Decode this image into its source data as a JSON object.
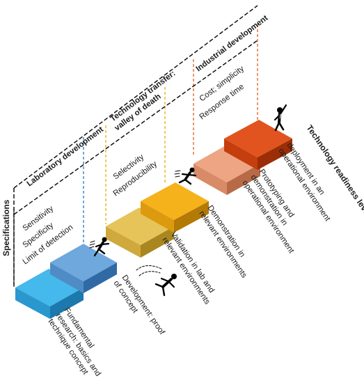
{
  "phases": {
    "laboratory": "Laboratory development",
    "transfer_1": "Technology transfer:",
    "transfer_2": "valley of death",
    "industrial": "Industrial development"
  },
  "specifications_label": "Specifications",
  "trl_label": "Technology readiness level",
  "specs": {
    "lab": [
      "Sensitivity",
      "Specificity",
      "Limit of detection"
    ],
    "transfer": [
      "Selectivity",
      "Reproducibility"
    ],
    "industrial": [
      "Cost; simplicity",
      "Response time"
    ]
  },
  "steps": [
    {
      "lines": [
        "Fundamental",
        "research: basics and",
        "technique concept"
      ],
      "color": "#45b8ec"
    },
    {
      "lines": [
        "Development: proof",
        "of concept"
      ],
      "color": "#6fa8dc"
    },
    {
      "lines": [
        "Validation in lab and",
        "relevant environments"
      ],
      "color": "#e6c45a"
    },
    {
      "lines": [
        "Demonstration in",
        "relevant environments"
      ],
      "color": "#f5b21b"
    },
    {
      "lines": [
        "Prototyping and",
        "demonstration in",
        "operational environment"
      ],
      "color": "#eda584"
    },
    {
      "lines": [
        "deployment in an",
        "operational environment"
      ],
      "color": "#e2541f"
    }
  ],
  "line_colors": {
    "lab": "#2e86c9",
    "transfer": "#e8b41a",
    "industrial": "#e06a2a"
  }
}
